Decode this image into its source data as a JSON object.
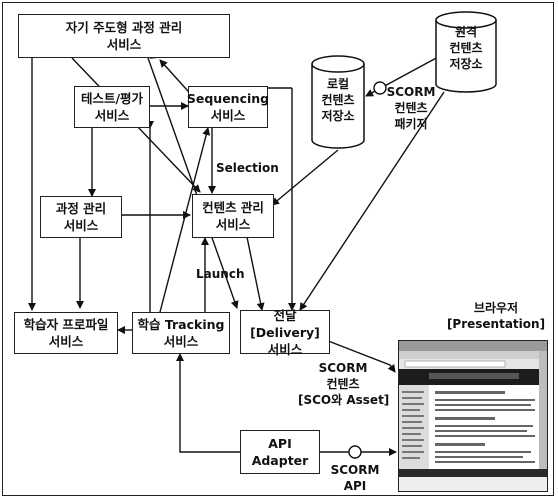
{
  "boxes": {
    "self_directed": [
      "자기 주도형 과정 관리",
      "서비스"
    ],
    "test_eval": [
      "테스트/평가",
      "서비스"
    ],
    "sequencing": [
      "Sequencing",
      "서비스"
    ],
    "course_mgmt": [
      "과정 관리",
      "서비스"
    ],
    "content_mgmt": [
      "컨텐츠 관리",
      "서비스"
    ],
    "learner_profile": [
      "학습자 프로파일",
      "서비스"
    ],
    "tracking": [
      "학습 Tracking",
      "서비스"
    ],
    "delivery": [
      "전달[Delivery]",
      "서비스"
    ],
    "api_adapter": [
      "API",
      "Adapter"
    ]
  },
  "stores": {
    "local": [
      "로컬",
      "컨텐츠",
      "저장소"
    ],
    "remote": [
      "원격",
      "컨텐츠",
      "저장소"
    ]
  },
  "labels": {
    "scorm_package": [
      "SCORM",
      "컨텐츠",
      "패키지"
    ],
    "selection": "Selection",
    "launch": "Launch",
    "scorm_content": [
      "SCORM",
      "컨텐츠",
      "[SCO와 Asset]"
    ],
    "browser": [
      "브라우저",
      "[Presentation]"
    ],
    "scorm_api": [
      "SCORM",
      "API"
    ]
  }
}
